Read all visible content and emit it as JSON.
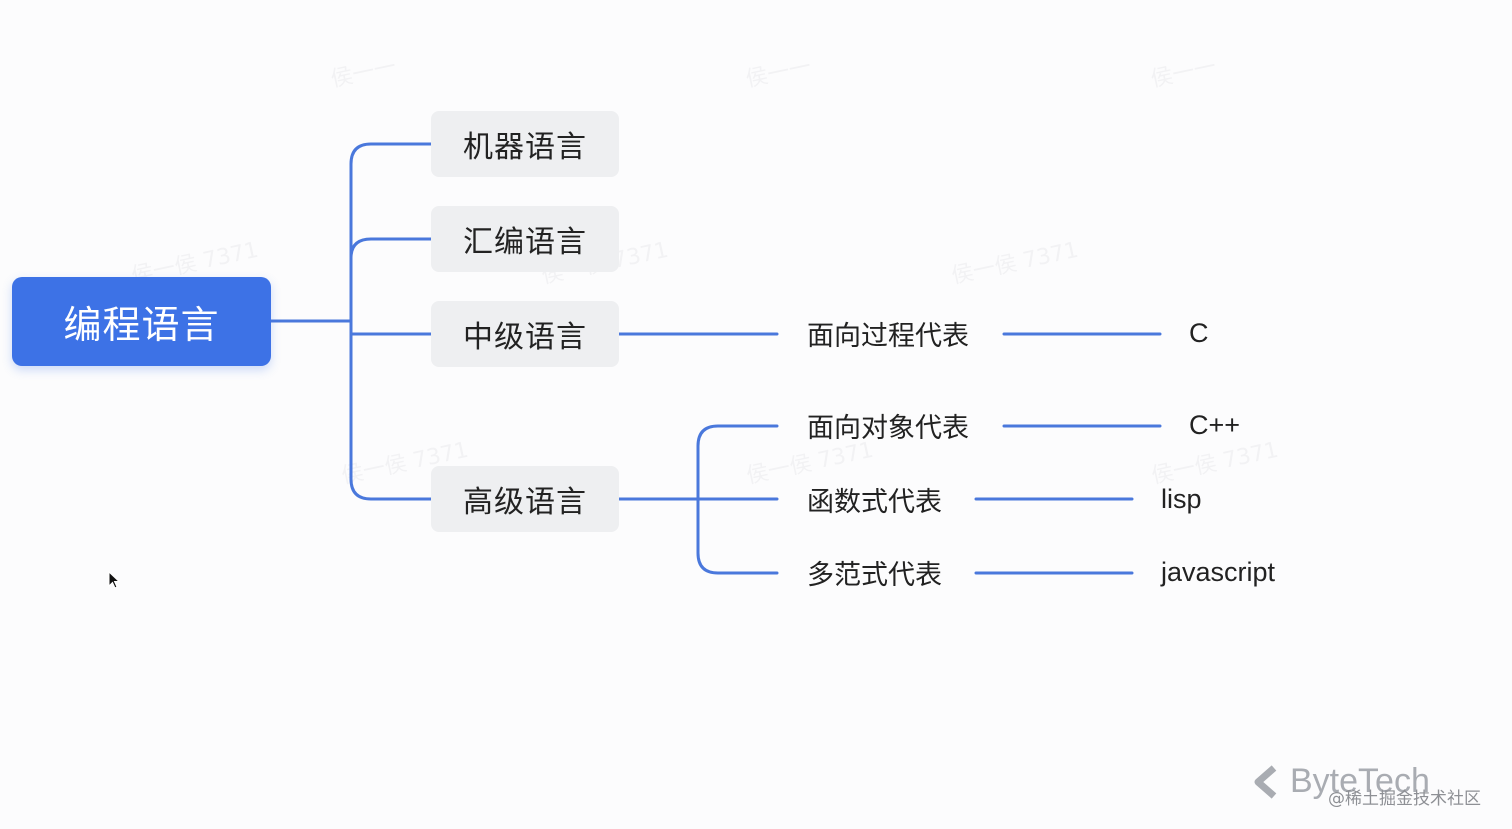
{
  "diagram": {
    "root": "编程语言",
    "categories": [
      "机器语言",
      "汇编语言",
      "中级语言",
      "高级语言"
    ],
    "paradigms": [
      "面向过程代表",
      "面向对象代表",
      "函数式代表",
      "多范式代表"
    ],
    "examples": [
      "C",
      "C++",
      "lisp",
      "javascript"
    ]
  },
  "colors": {
    "accent": "#3d72e6",
    "connector": "#4a78dc",
    "node_bg": "#eeeff1",
    "text": "#222222"
  },
  "branding": {
    "logo": "ByteTech",
    "community": "@稀土掘金技术社区"
  },
  "icons": {
    "cursor": "mouse-pointer-icon",
    "brand": "bytetech-logo-icon"
  }
}
